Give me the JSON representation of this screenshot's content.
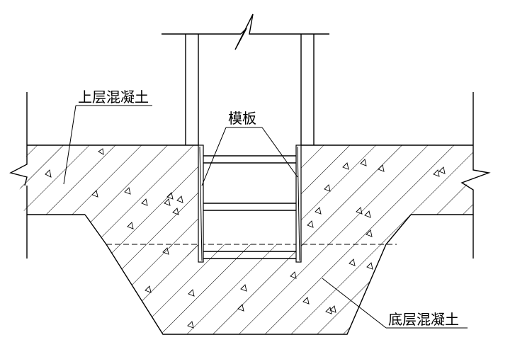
{
  "labels": {
    "upper_concrete": "上层混凝土",
    "formwork": "模板",
    "bottom_concrete": "底层混凝土"
  }
}
